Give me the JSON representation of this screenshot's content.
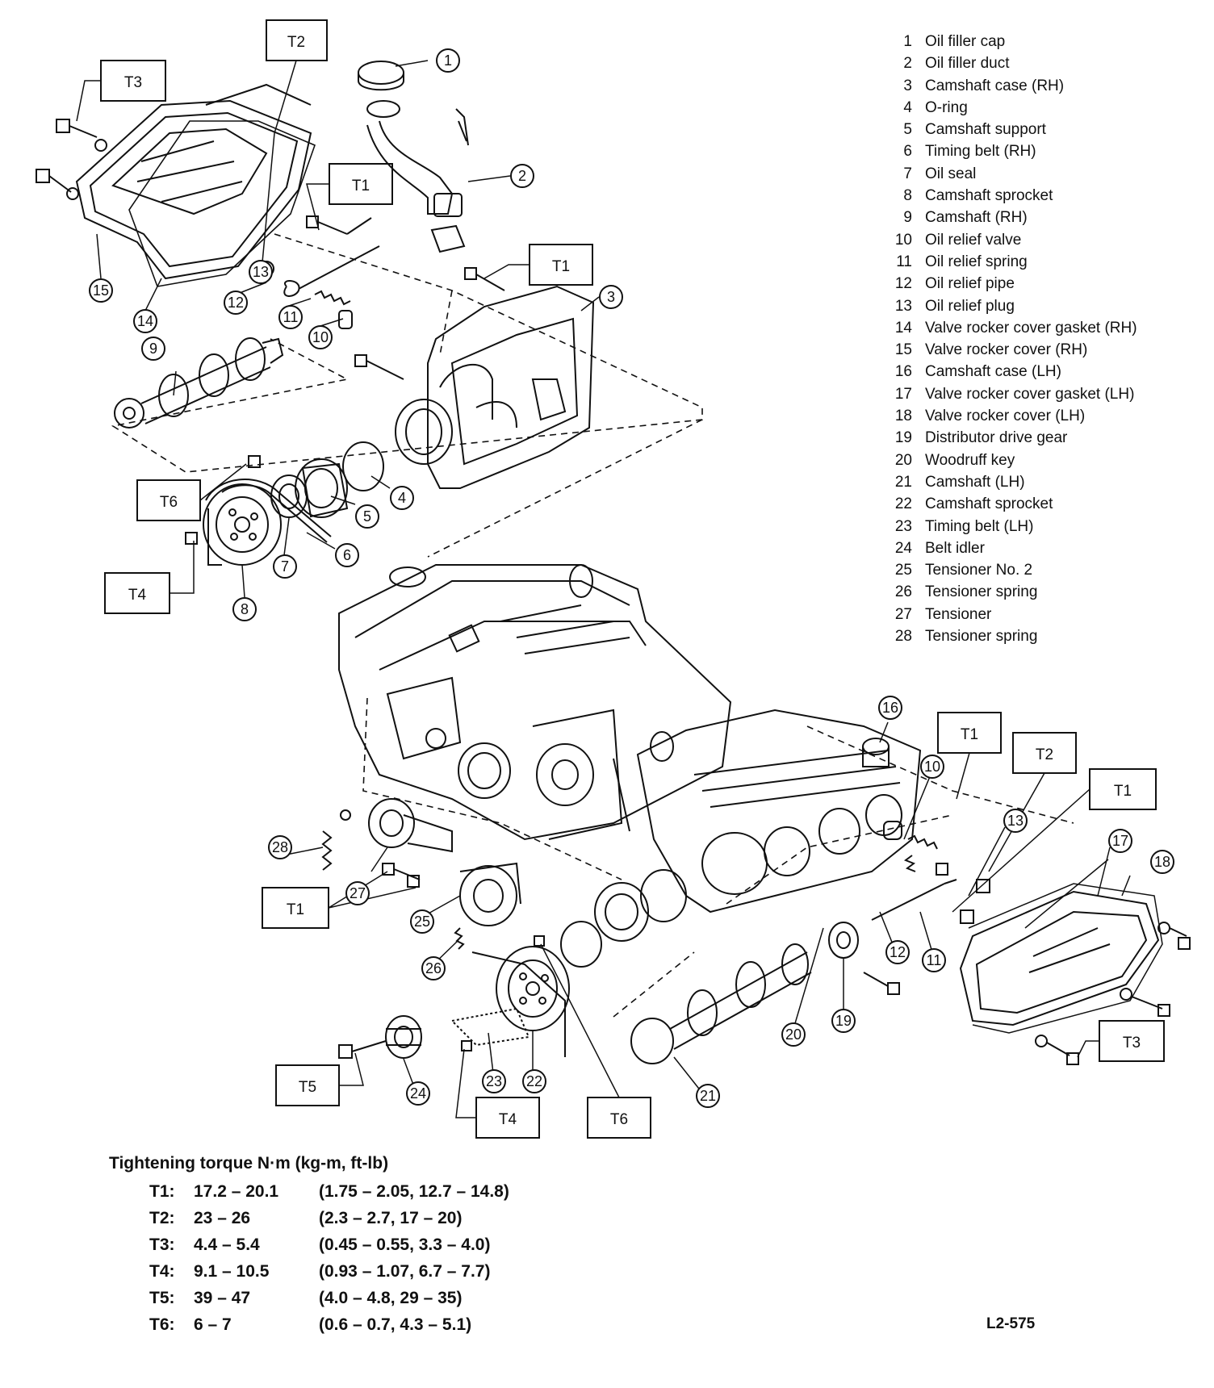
{
  "parts": [
    {
      "num": "1",
      "name": "Oil filler cap"
    },
    {
      "num": "2",
      "name": "Oil filler duct"
    },
    {
      "num": "3",
      "name": "Camshaft case (RH)"
    },
    {
      "num": "4",
      "name": "O-ring"
    },
    {
      "num": "5",
      "name": "Camshaft support"
    },
    {
      "num": "6",
      "name": "Timing belt (RH)"
    },
    {
      "num": "7",
      "name": "Oil seal"
    },
    {
      "num": "8",
      "name": "Camshaft sprocket"
    },
    {
      "num": "9",
      "name": "Camshaft (RH)"
    },
    {
      "num": "10",
      "name": "Oil relief valve"
    },
    {
      "num": "11",
      "name": "Oil relief spring"
    },
    {
      "num": "12",
      "name": "Oil relief pipe"
    },
    {
      "num": "13",
      "name": "Oil relief plug"
    },
    {
      "num": "14",
      "name": "Valve rocker cover gasket (RH)"
    },
    {
      "num": "15",
      "name": "Valve rocker cover (RH)"
    },
    {
      "num": "16",
      "name": "Camshaft case (LH)"
    },
    {
      "num": "17",
      "name": "Valve rocker cover gasket (LH)"
    },
    {
      "num": "18",
      "name": "Valve rocker cover (LH)"
    },
    {
      "num": "19",
      "name": "Distributor drive gear"
    },
    {
      "num": "20",
      "name": "Woodruff key"
    },
    {
      "num": "21",
      "name": "Camshaft (LH)"
    },
    {
      "num": "22",
      "name": "Camshaft sprocket"
    },
    {
      "num": "23",
      "name": "Timing belt (LH)"
    },
    {
      "num": "24",
      "name": "Belt idler"
    },
    {
      "num": "25",
      "name": "Tensioner No. 2"
    },
    {
      "num": "26",
      "name": "Tensioner spring"
    },
    {
      "num": "27",
      "name": "Tensioner"
    },
    {
      "num": "28",
      "name": "Tensioner spring"
    }
  ],
  "torque": {
    "title": "Tightening torque  N·m (kg-m, ft-lb)",
    "rows": [
      {
        "label": "T1:",
        "nm": "17.2 – 20.1",
        "other": "(1.75 – 2.05, 12.7 – 14.8)"
      },
      {
        "label": "T2:",
        "nm": "23 – 26",
        "other": "(2.3 – 2.7, 17 – 20)"
      },
      {
        "label": "T3:",
        "nm": "4.4 – 5.4",
        "other": "(0.45 – 0.55, 3.3 – 4.0)"
      },
      {
        "label": "T4:",
        "nm": "9.1 – 10.5",
        "other": "(0.93 – 1.07, 6.7 – 7.7)"
      },
      {
        "label": "T5:",
        "nm": "39 – 47",
        "other": "(4.0 – 4.8, 29 – 35)"
      },
      {
        "label": "T6:",
        "nm": "6 – 7",
        "other": "(0.6 – 0.7, 4.3 – 5.1)"
      }
    ]
  },
  "figure_code": "L2-575",
  "tboxes": {
    "t2_top": "T2",
    "t3_top": "T3",
    "t1_a": "T1",
    "t1_b": "T1",
    "t6_top": "T6",
    "t4_top": "T4",
    "t1_c": "T1",
    "t2_right": "T2",
    "t1_d": "T1",
    "t1_e": "T1",
    "t3_right": "T3",
    "t5_bottom": "T5",
    "t4_bottom": "T4",
    "t6_bottom": "T6"
  },
  "callouts": {
    "c1": "1",
    "c2": "2",
    "c3": "3",
    "c4": "4",
    "c5": "5",
    "c6": "6",
    "c7": "7",
    "c8": "8",
    "c9": "9",
    "c10": "10",
    "c11": "11",
    "c12": "12",
    "c13": "13",
    "c14": "14",
    "c15": "15",
    "c16": "16",
    "c10b": "10",
    "c13b": "13",
    "c17": "17",
    "c18": "18",
    "c28": "28",
    "c27": "27",
    "c25": "25",
    "c26": "26",
    "c12b": "12",
    "c11b": "11",
    "c20": "20",
    "c19": "19",
    "c21": "21",
    "c24": "24",
    "c23": "23",
    "c22": "22"
  }
}
